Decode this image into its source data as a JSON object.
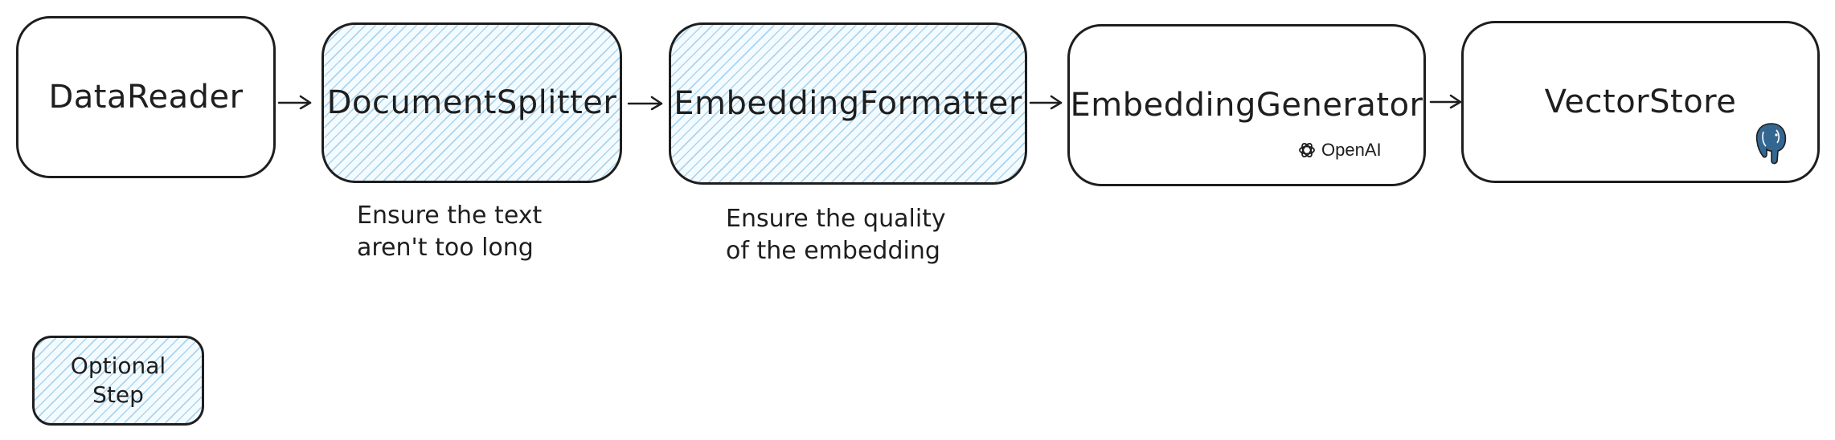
{
  "nodes": {
    "data_reader": {
      "label": "DataReader",
      "optional": false
    },
    "document_splitter": {
      "label": "DocumentSplitter",
      "optional": true
    },
    "embedding_formatter": {
      "label": "EmbeddingFormatter",
      "optional": true
    },
    "embedding_generator": {
      "label": "EmbeddingGenerator",
      "optional": false,
      "brand": "OpenAI",
      "brand_icon": "openai-logo-icon"
    },
    "vector_store": {
      "label": "VectorStore",
      "optional": false,
      "brand_icon": "postgresql-elephant-icon"
    }
  },
  "notes": {
    "splitter_line1": "Ensure the text",
    "splitter_line2": "aren't too long",
    "formatter_line1": "Ensure the quality",
    "formatter_line2": "of the embedding"
  },
  "legend": {
    "line1": "Optional",
    "line2": "Step"
  },
  "colors": {
    "stroke": "#1e1e1e",
    "optional_hatch": "#6eb4e1",
    "postgres_blue": "#336791"
  }
}
